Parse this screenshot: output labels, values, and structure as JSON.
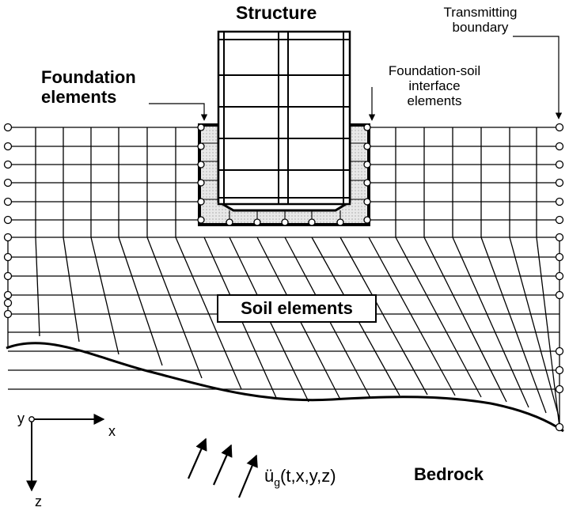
{
  "labels": {
    "structure": "Structure",
    "transmitting_boundary": [
      "Transmitting",
      "boundary"
    ],
    "foundation_elements": [
      "Foundation",
      "elements"
    ],
    "interface_elements": [
      "Foundation-soil",
      "interface",
      "elements"
    ],
    "soil_elements": "Soil elements",
    "bedrock": "Bedrock"
  },
  "axes": {
    "x": "x",
    "y": "y",
    "z": "z"
  },
  "ground_motion": {
    "symbol": "ü",
    "subscript": "g",
    "args": "(t,x,y,z)"
  }
}
